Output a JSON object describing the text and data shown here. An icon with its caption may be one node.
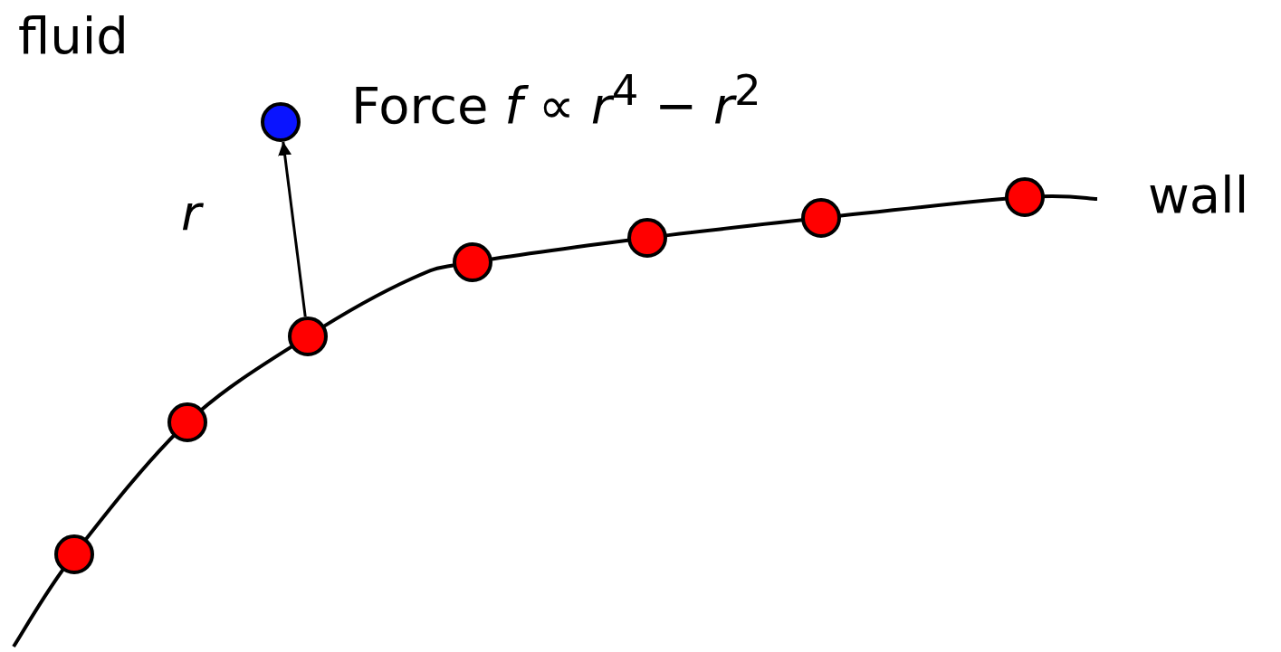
{
  "diagram": {
    "nodes": [
      {
        "text": [],
        "shape": "circle",
        "beside": [
          "Force *f* ∝ *r*$^{4}$ − *r*$^{2}$"
        ]
      },
      {
        "text": [],
        "shape": "circle"
      },
      {
        "text": [],
        "shape": "circle"
      },
      {
        "text": [],
        "shape": "circle"
      },
      {
        "text": [],
        "shape": "circle"
      },
      {
        "text": [],
        "shape": "circle"
      },
      {
        "text": [],
        "shape": "circle"
      },
      {
        "text": [],
        "shape": "circle"
      }
    ],
    "edges": [
      {
        "from": 3,
        "to": 0,
        "arrow": "to",
        "label": "r"
      }
    ],
    "labels": [
      "fluid",
      "wall"
    ]
  }
}
